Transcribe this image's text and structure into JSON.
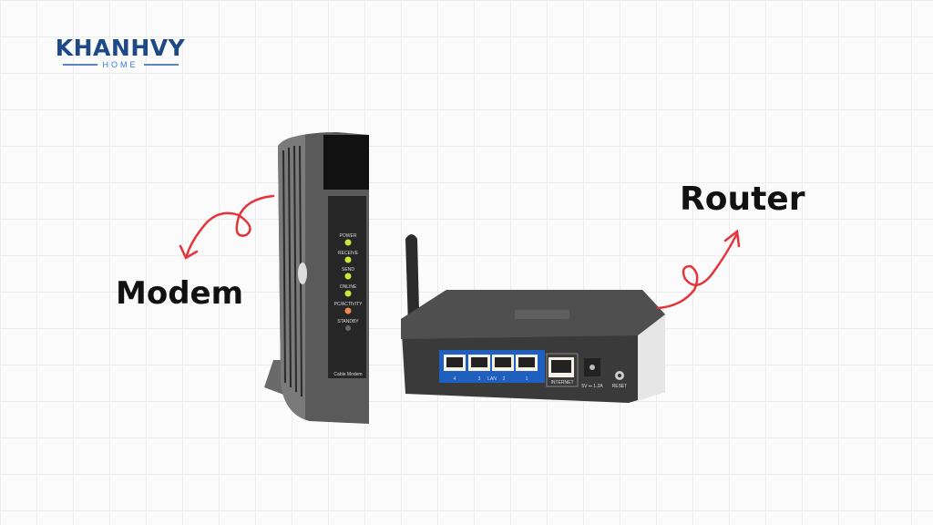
{
  "logo": {
    "name": "KHANHVY",
    "sub": "HOME"
  },
  "labels": {
    "modem": "Modem",
    "router": "Router"
  },
  "modem": {
    "leds": [
      "POWER",
      "RECEIVE",
      "SEND",
      "ONLINE",
      "PC/ACTIVITY",
      "STANDBY"
    ],
    "brand": "Cable Modem"
  },
  "router": {
    "lan_label": "LAN",
    "port_numbers": [
      "4",
      "3",
      "2",
      "1"
    ],
    "internet_label": "INTERNET",
    "power_label": "5V ⎓ 1.2A",
    "reset_label": "RESET"
  },
  "colors": {
    "brand_blue": "#1d4a86",
    "arrow_red": "#e5333b",
    "led_green": "#c8e83a",
    "led_orange": "#f08a4b",
    "lan_blue": "#1f5fbf"
  }
}
